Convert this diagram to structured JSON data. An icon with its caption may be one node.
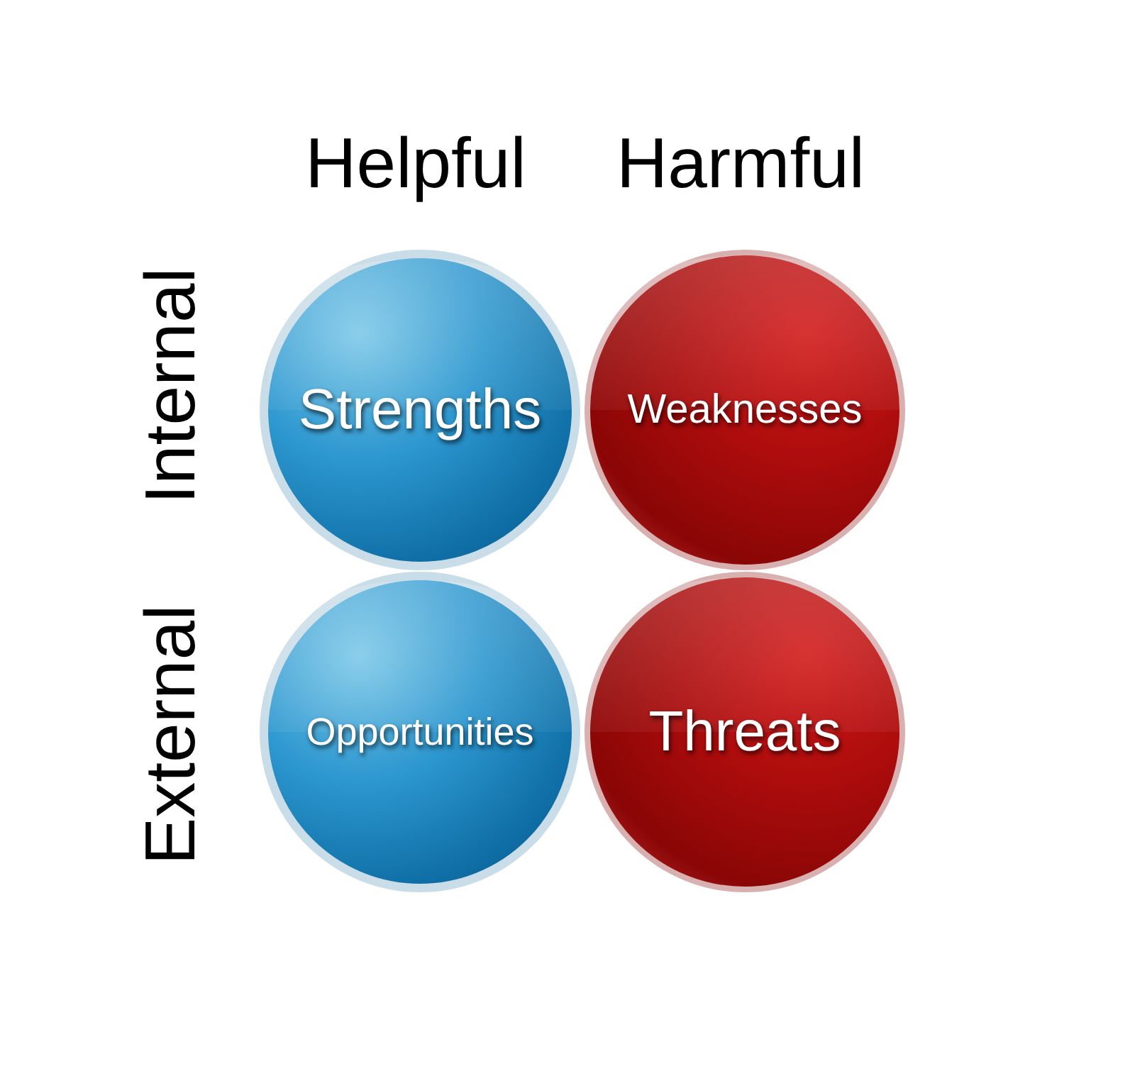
{
  "diagram": {
    "nodes": [
      {
        "text": [
          "Strengths"
        ]
      },
      {
        "text": [
          "Weaknesses"
        ]
      },
      {
        "text": [
          "Opportunities"
        ]
      },
      {
        "text": [
          "Threats"
        ]
      }
    ],
    "labels": [
      "Helpful",
      "Harmful",
      "Internal",
      "External"
    ]
  }
}
